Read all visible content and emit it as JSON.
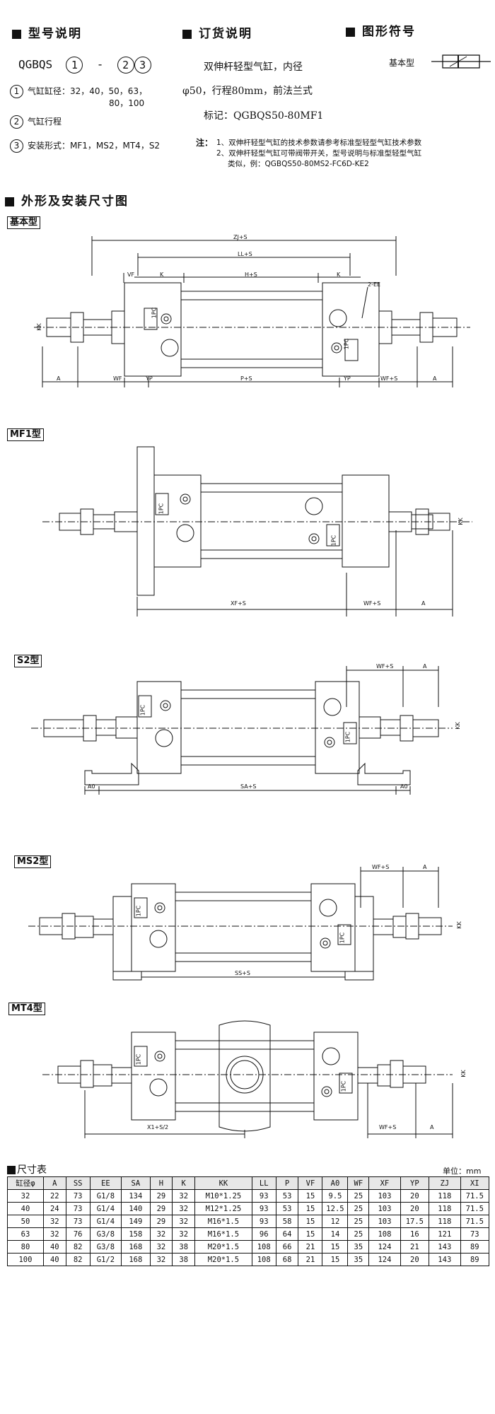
{
  "model_section": {
    "title": "型号说明",
    "code_prefix": "QGBQS",
    "code_num1": "1",
    "code_dash": "-",
    "code_num2": "2",
    "code_num3": "3",
    "items": [
      {
        "num": "1",
        "text": "气缸缸径：32，40，50，63，",
        "text2": "80，100"
      },
      {
        "num": "2",
        "text": "气缸行程"
      },
      {
        "num": "3",
        "text": "安装形式：MF1，MS2，MT4，S2"
      }
    ]
  },
  "order_section": {
    "title": "订货说明",
    "line1": "双伸杆轻型气缸，内径",
    "line2": "φ50，行程80mm，前法兰式",
    "line3": "标记：QGBQS50-80MF1"
  },
  "symbol_section": {
    "title": "图形符号",
    "label": "基本型"
  },
  "notes": {
    "label": "注：",
    "line1": "1、双伸杆轻型气缸的技术参数请参考标准型轻型气缸技术参数",
    "line2": "2、双伸杆轻型气缸可带阀带开关，型号说明与标准型轻型气缸",
    "line3": "类似，例：QGBQS50-80MS2-FC6D-KE2"
  },
  "dims_section": {
    "title": "外形及安装尺寸图"
  },
  "drawings": {
    "basic": {
      "tag": "基本型",
      "labels": {
        "zj": "ZJ+S",
        "ll": "LL+S",
        "hs": "H+S",
        "k1": "K",
        "k2": "K",
        "vf": "VF",
        "ee": "2-EE",
        "kk": "KK",
        "a1": "A",
        "wf1": "WF",
        "yp1": "YP",
        "ps": "P+S",
        "yp2": "YP",
        "wf2": "WF+S",
        "a2": "A",
        "port": "1PC"
      }
    },
    "mf1": {
      "tag": "MF1型",
      "labels": {
        "xf": "XF+S",
        "wf": "WF+S",
        "a": "A",
        "kk": "KK",
        "port": "1PC"
      }
    },
    "s2": {
      "tag": "S2型",
      "labels": {
        "wf": "WF+S",
        "a": "A",
        "kk": "KK",
        "a0l": "A0",
        "sa": "SA+S",
        "a0r": "A0",
        "port": "1PC"
      }
    },
    "ms2": {
      "tag": "MS2型",
      "labels": {
        "wf": "WF+S",
        "a": "A",
        "kk": "KK",
        "ss": "SS+S",
        "port": "1PC"
      }
    },
    "mt4": {
      "tag": "MT4型",
      "labels": {
        "x1": "X1+S/2",
        "wf": "WF+S",
        "a": "A",
        "kk": "KK",
        "port": "1PC"
      }
    }
  },
  "table": {
    "title": "尺寸表",
    "unit": "单位：mm",
    "headers": [
      "缸径φ",
      "A",
      "SS",
      "EE",
      "SA",
      "H",
      "K",
      "KK",
      "LL",
      "P",
      "VF",
      "A0",
      "WF",
      "XF",
      "YP",
      "ZJ",
      "XI"
    ],
    "rows": [
      [
        "32",
        "22",
        "73",
        "G1/8",
        "134",
        "29",
        "32",
        "M10*1.25",
        "93",
        "53",
        "15",
        "9.5",
        "25",
        "103",
        "20",
        "118",
        "71.5"
      ],
      [
        "40",
        "24",
        "73",
        "G1/4",
        "140",
        "29",
        "32",
        "M12*1.25",
        "93",
        "53",
        "15",
        "12.5",
        "25",
        "103",
        "20",
        "118",
        "71.5"
      ],
      [
        "50",
        "32",
        "73",
        "G1/4",
        "149",
        "29",
        "32",
        "M16*1.5",
        "93",
        "58",
        "15",
        "12",
        "25",
        "103",
        "17.5",
        "118",
        "71.5"
      ],
      [
        "63",
        "32",
        "76",
        "G3/8",
        "158",
        "32",
        "32",
        "M16*1.5",
        "96",
        "64",
        "15",
        "14",
        "25",
        "108",
        "16",
        "121",
        "73"
      ],
      [
        "80",
        "40",
        "82",
        "G3/8",
        "168",
        "32",
        "38",
        "M20*1.5",
        "108",
        "66",
        "21",
        "15",
        "35",
        "124",
        "21",
        "143",
        "89"
      ],
      [
        "100",
        "40",
        "82",
        "G1/2",
        "168",
        "32",
        "38",
        "M20*1.5",
        "108",
        "68",
        "21",
        "15",
        "35",
        "124",
        "20",
        "143",
        "89"
      ]
    ]
  }
}
